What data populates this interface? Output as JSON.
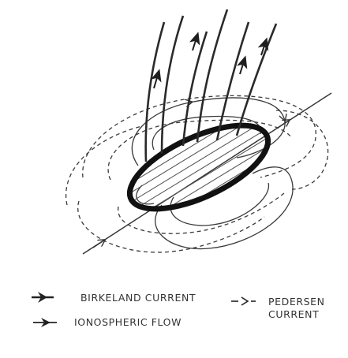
{
  "legend": {
    "birkeland_label": "BIRKELAND CURRENT",
    "pedersen_label_line1": "PEDERSEN",
    "pedersen_label_line2": "CURRENT",
    "ionospheric_label": "IONOSPHERIC FLOW"
  },
  "colors": {
    "ink": "#2a2a2a",
    "background": "#ffffff"
  }
}
